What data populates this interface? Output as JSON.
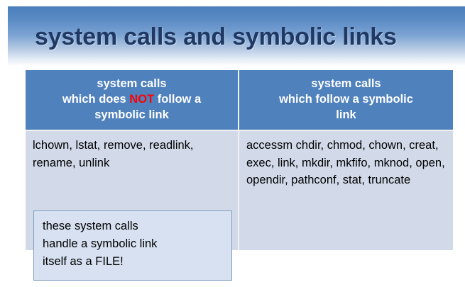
{
  "slide": {
    "title": "system calls and symbolic links",
    "title_color": "#1F3864",
    "banner_color_top": "#4A7EBB",
    "banner_color_bottom": "#FFFFFF"
  },
  "table": {
    "header_bg": "#4F81BD",
    "header_text_color": "#FFFFFF",
    "body_bg": "#D2DAEA",
    "columns": [
      {
        "header_line1": "system calls",
        "header_line2_pre": "which does ",
        "header_line2_emphasis": "NOT",
        "header_line2_post": " follow a",
        "header_line3": "symbolic link",
        "emphasis_color": "#FF0000",
        "body": "lchown, lstat, remove, readlink, rename, unlink"
      },
      {
        "header_line1": "system calls",
        "header_line2": "which follow a symbolic",
        "header_line3": "link",
        "body": "accessm chdir, chmod, chown, creat, exec, link, mkdir, mkfifo, mknod, open, opendir, pathconf, stat, truncate"
      }
    ]
  },
  "callout": {
    "line1": "these system calls",
    "line2": "handle a symbolic link",
    "line3": "itself as a FILE!",
    "bg": "#D7E1F1",
    "border": "#7F9DC0"
  }
}
